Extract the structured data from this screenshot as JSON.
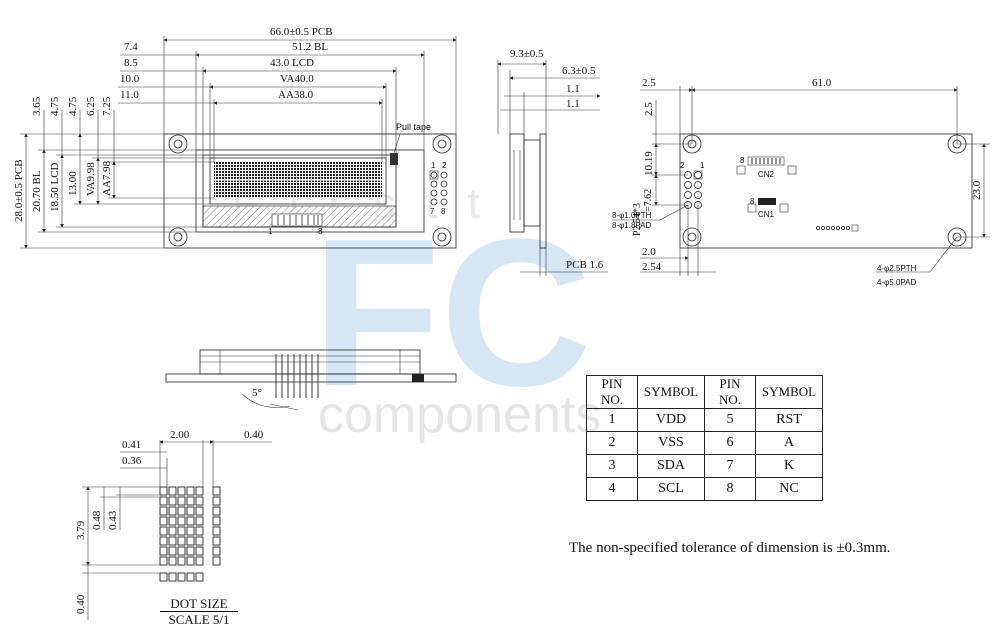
{
  "watermark": {
    "brand_big": "FC",
    "brand_sub": "components",
    "brand_top": "Firstt"
  },
  "front_view": {
    "pcb_width": "66.0±0.5 PCB",
    "bl_width": "51.2 BL",
    "lcd_width": "43.0 LCD",
    "va_width": "VA40.0",
    "aa_width": "AA38.0",
    "offset_pcb": "7.4",
    "offset_bl": "8.5",
    "offset_lcd": "10.0",
    "offset_va": "11.0",
    "v_365": "3.65",
    "v_475a": "4.75",
    "v_475b": "4.75",
    "v_625": "6.25",
    "v_725": "7.25",
    "pcb_height": "28.0±0.5 PCB",
    "bl_height": "20.70 BL",
    "lcd_height": "18.50 LCD",
    "h_1300": "13.00",
    "va_height": "VA9.98",
    "aa_height": "AA7.98",
    "pull_tape": "Pull tape",
    "pin1": "1",
    "pin2": "2",
    "pin7": "7",
    "pin8": "8",
    "conn_start": "1",
    "conn_end": "8"
  },
  "side_view": {
    "dim_93": "9.3±0.5",
    "dim_63": "6.3±0.5",
    "dim_11a": "1.1",
    "dim_11b": "1.1",
    "pcb_thickness": "PCB 1.6"
  },
  "back_view": {
    "dim_25a": "2.5",
    "dim_25b": "2.5",
    "width_61": "61.0",
    "height_23": "23.0",
    "dim_1019": "10.19",
    "pitch": "P2.54*3",
    "pitch_total": "=7.62",
    "pth": "8-φ1.0PTH",
    "pad": "8-φ1.8PAD",
    "dim_20": "2.0",
    "dim_254": "2.54",
    "mount_pth": "4-φ2.5PTH",
    "mount_pad": "4-φ5.0PAD",
    "cn2": "CN2",
    "cn1": "CN1",
    "cn2_pin": "8",
    "cn1_pin": "8",
    "pin1": "1",
    "pin2": "2"
  },
  "dot_detail": {
    "d_041": "0.41",
    "d_200": "2.00",
    "d_040h": "0.40",
    "d_036": "0.36",
    "d_379": "3.79",
    "d_048": "0.48",
    "d_043": "0.43",
    "d_040v": "0.40",
    "angle": "5°",
    "label": "DOT SIZE",
    "scale": "SCALE 5/1"
  },
  "pin_table": {
    "headers": [
      "PIN NO.",
      "SYMBOL",
      "PIN NO.",
      "SYMBOL"
    ],
    "rows": [
      [
        "1",
        "VDD",
        "5",
        "RST"
      ],
      [
        "2",
        "VSS",
        "6",
        "A"
      ],
      [
        "3",
        "SDA",
        "7",
        "K"
      ],
      [
        "4",
        "SCL",
        "8",
        "NC"
      ]
    ]
  },
  "note": "The non-specified tolerance of dimension is ±0.3mm."
}
